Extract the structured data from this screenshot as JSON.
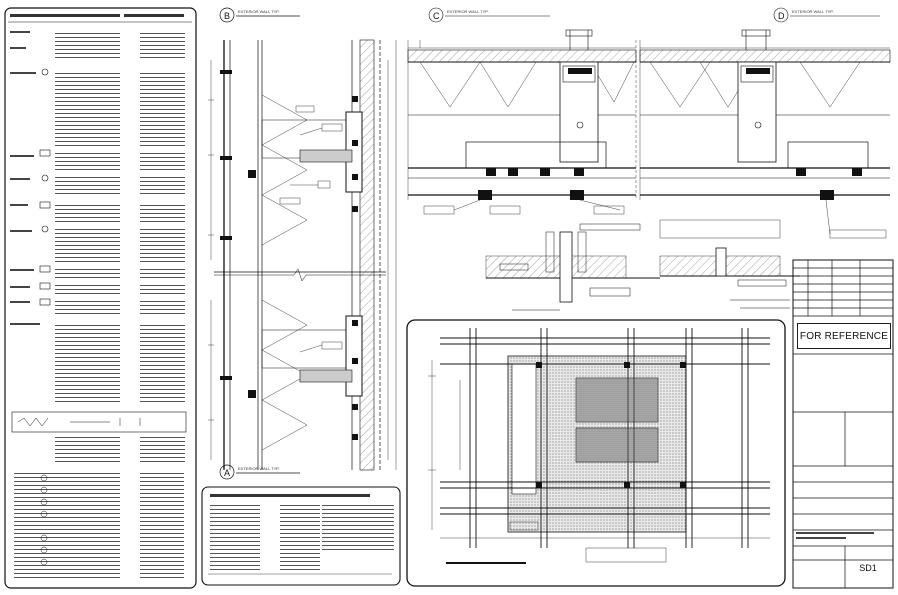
{
  "title_block": {
    "stamp": "FOR REFERENCE",
    "sheet_number": "SD1"
  },
  "details": [
    {
      "marker": "B",
      "title": "EXTERIOR WALL TYP."
    },
    {
      "marker": "C",
      "title": "EXTERIOR WALL TYP."
    },
    {
      "marker": "D",
      "title": "EXTERIOR WALL TYP."
    },
    {
      "marker": "A",
      "title": "EXTERIOR WALL TYP."
    }
  ],
  "colors": {
    "line": "#111111",
    "paper": "#ffffff",
    "hatch": "#9a9a9a"
  }
}
